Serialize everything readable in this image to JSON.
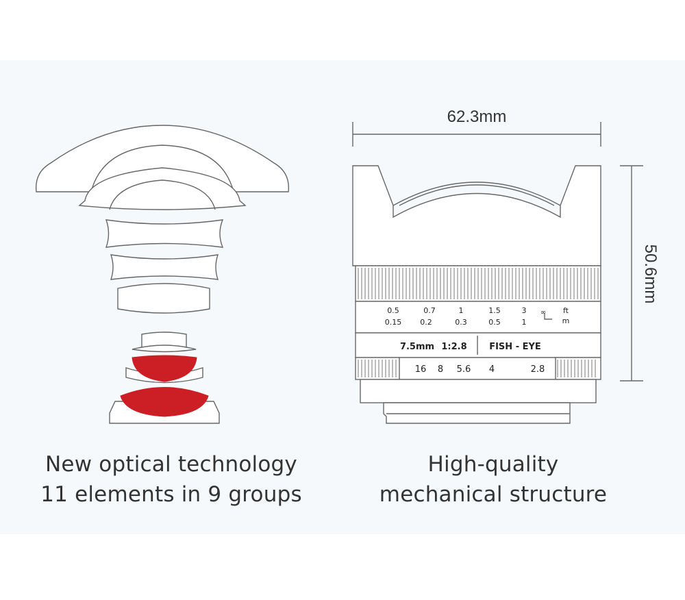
{
  "left_caption": {
    "line1": "New optical technology",
    "line2": "11 elements in 9 groups"
  },
  "right_caption": {
    "line1": "High-quality",
    "line2": "mechanical structure"
  },
  "dimensions": {
    "width": "62.3mm",
    "height": "50.6mm"
  },
  "distance_scale": {
    "feet": [
      "0.5",
      "0.7",
      "1",
      "1.5",
      "3",
      "∞"
    ],
    "feet_unit": "ft",
    "meters": [
      "0.15",
      "0.2",
      "0.3",
      "0.5",
      "1"
    ],
    "meters_unit": "m"
  },
  "lens_label": {
    "focal": "7.5mm",
    "aperture": "1:2.8",
    "type": "FISH - EYE"
  },
  "aperture_scale": [
    "16",
    "8",
    "5.6",
    "4",
    "2.8"
  ],
  "colors": {
    "outline": "#666666",
    "highlight_element": "#cc1f25",
    "panel_background": "#f6f9fb"
  }
}
